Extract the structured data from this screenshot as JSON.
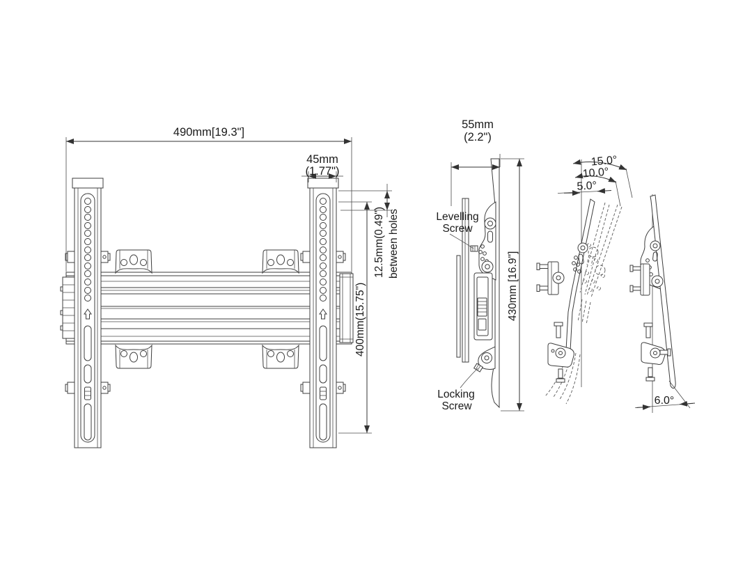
{
  "drawing": {
    "front_view": {
      "dim_width": "490mm[19.3\"]",
      "dim_rail_width": "45mm",
      "dim_rail_width_in": "(1.77\")",
      "dim_hole_spacing": "12.5mm(0.49\")",
      "dim_hole_spacing_note": "between holes",
      "dim_height": "400mm(15.75\")"
    },
    "side_view": {
      "dim_depth": "55mm",
      "dim_depth_in": "(2.2\")",
      "dim_height": "430mm [16.9\"]",
      "levelling_label_1": "Levelling",
      "levelling_label_2": "Screw",
      "locking_label_1": "Locking",
      "locking_label_2": "Screw"
    },
    "tilt_view": {
      "angle_max": "15.0°",
      "angle_mid": "10.0°",
      "angle_min": "5.0°",
      "angle_back": "6.0°"
    }
  }
}
